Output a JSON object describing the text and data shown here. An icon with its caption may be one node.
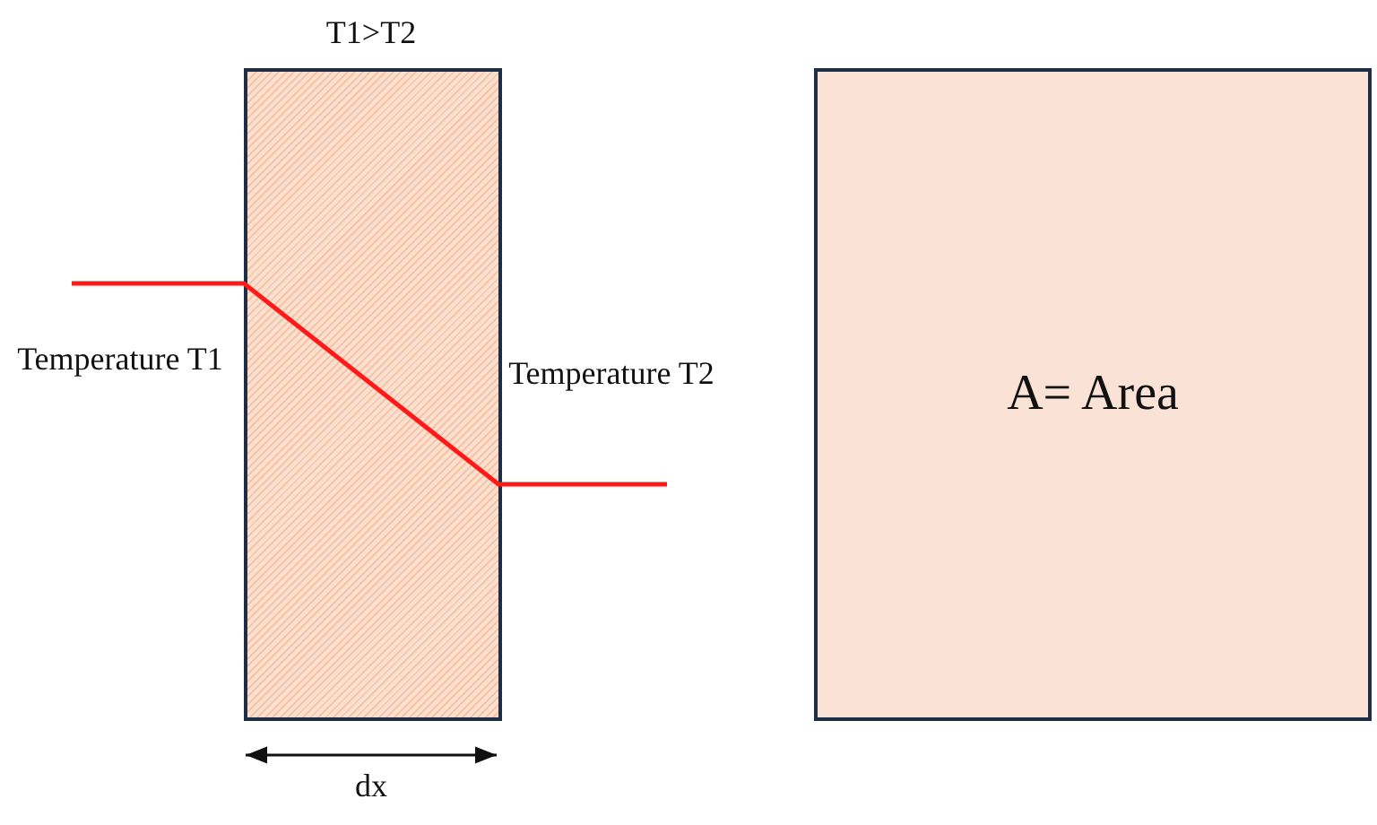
{
  "diagram": {
    "nodes": [
      {
        "text": [
          "T1>T2"
        ]
      },
      {
        "text": [
          "A= Area"
        ]
      }
    ],
    "labels": [
      "Temperature T1",
      "Temperature T2",
      "dx"
    ]
  }
}
